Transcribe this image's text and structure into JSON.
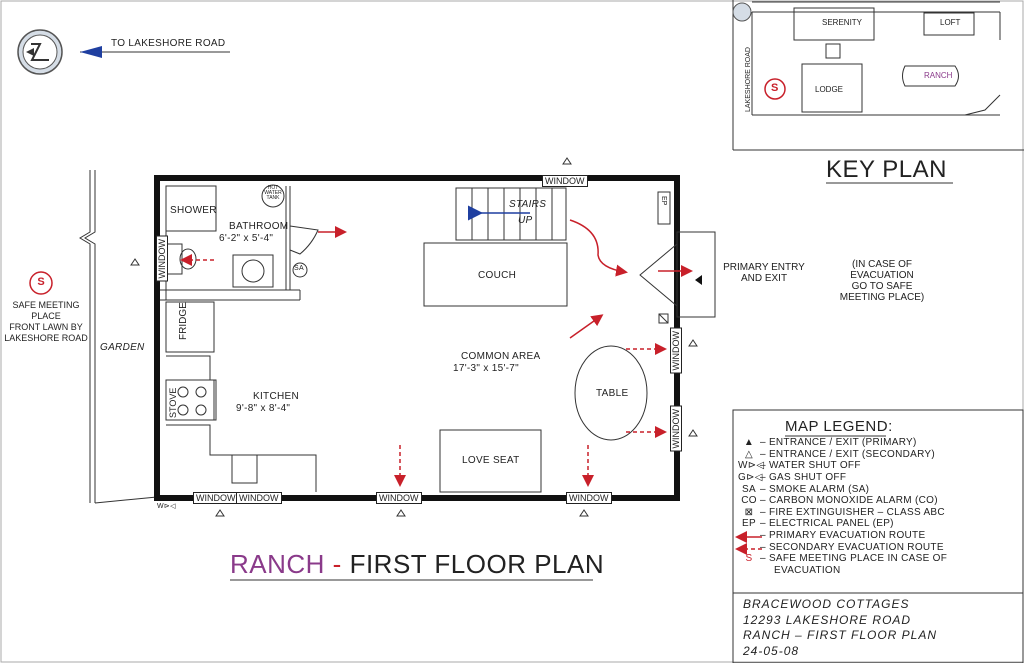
{
  "directions": {
    "to_road": "TO LAKESHORE ROAD"
  },
  "safe_meeting": {
    "symbol": "S",
    "lines": [
      "SAFE MEETING PLACE",
      "FRONT LAWN BY",
      "LAKESHORE ROAD"
    ]
  },
  "garden_label": "GARDEN",
  "rooms": {
    "shower": "SHOWER",
    "bathroom": "BATHROOM",
    "bathroom_dims": "6'-2\" x 5'-4\"",
    "hot_water_tank": [
      "HOT",
      "WATER",
      "TANK"
    ],
    "stairs": [
      "STAIRS",
      "UP"
    ],
    "couch": "COUCH",
    "fridge": "FRIDGE",
    "stove": "STOVE",
    "kitchen": "KITCHEN",
    "kitchen_dims": "9'-8\" x 8'-4\"",
    "common_area": "COMMON AREA",
    "common_dims": "17'-3\" x 15'-7\"",
    "table": "TABLE",
    "love_seat": "LOVE SEAT",
    "ep": "EP",
    "sa": "SA"
  },
  "window_label": "WINDOW",
  "water_shutoff": "W⊳◁",
  "entry": [
    "PRIMARY ENTRY",
    "AND EXIT"
  ],
  "evac_note": [
    "(IN CASE OF",
    "EVACUATION",
    "GO TO SAFE",
    "MEETING PLACE)"
  ],
  "title": {
    "name": "RANCH",
    "sep": " - ",
    "rest": "FIRST FLOOR PLAN"
  },
  "key_plan": {
    "title": "KEY PLAN",
    "labels": {
      "serenity": "SERENITY",
      "loft": "LOFT",
      "lodge": "LODGE",
      "ranch": "RANCH",
      "road": "LAKESHORE ROAD",
      "s": "S"
    }
  },
  "legend": {
    "title": "MAP LEGEND:",
    "items": [
      {
        "sym": "▲",
        "text": "– ENTRANCE / EXIT (PRIMARY)"
      },
      {
        "sym": "△",
        "text": "– ENTRANCE / EXIT (SECONDARY)"
      },
      {
        "sym": "W⊳◁",
        "text": "– WATER SHUT OFF"
      },
      {
        "sym": "G⊳◁",
        "text": "– GAS SHUT OFF"
      },
      {
        "sym": "SA",
        "text": "– SMOKE ALARM (SA)"
      },
      {
        "sym": "CO",
        "text": "– CARBON MONOXIDE ALARM (CO)"
      },
      {
        "sym": "⊠",
        "text": "– FIRE EXTINGUISHER – CLASS ABC"
      },
      {
        "sym": "EP",
        "text": "– ELECTRICAL PANEL (EP)"
      },
      {
        "sym": "",
        "text": "– PRIMARY EVACUATION ROUTE"
      },
      {
        "sym": "",
        "text": "– SECONDARY EVACUATION ROUTE"
      },
      {
        "sym": "S",
        "text": "– SAFE MEETING PLACE IN CASE OF"
      },
      {
        "sym": "",
        "text": "EVACUATION"
      }
    ]
  },
  "title_block": [
    "BRACEWOOD COTTAGES",
    "12293 LAKESHORE ROAD",
    "RANCH – FIRST FLOOR PLAN",
    "24-05-08"
  ],
  "colors": {
    "evac": "#c8202a",
    "title_ranch": "#8a3a8a",
    "arrow_blue": "#1f3fa0",
    "wall": "#111111"
  }
}
